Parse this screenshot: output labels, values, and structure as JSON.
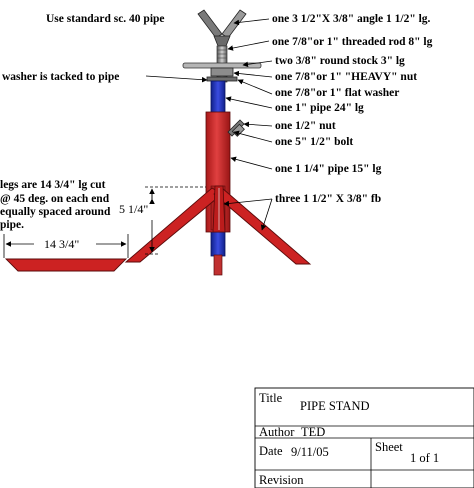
{
  "notes": {
    "pipe_standard": "Use standard  sc. 40 pipe",
    "washer_tacked": "washer is tacked to pipe",
    "legs_line1": "legs are 14  3/4\"  lg cut",
    "legs_line2": "@ 45 deg. on each end",
    "legs_line3": "equally  spaced around",
    "legs_line4": "pipe."
  },
  "callouts": [
    "one 3  1/2\"X 3/8\"  angle 1  1/2\"   lg.",
    "one 7/8\"or 1\" threaded rod 8\"   lg",
    "two 3/8\" round stock 3\"   lg",
    "one 7/8\"or 1\" \"HEAVY\" nut",
    "one 7/8\"or 1\" flat washer",
    "one 1\" pipe 24\"  lg",
    "one 1/2\" nut",
    "one 5\" 1/2\" bolt",
    "one 1 1/4\" pipe 15\"  lg",
    "three 1 1/2\" X 3/8\"  fb"
  ],
  "dimensions": {
    "vertical": "5 1/4\"",
    "horizontal": "14 3/4\""
  },
  "title_block": {
    "title_label": "Title",
    "title_value": "PIPE STAND",
    "author_label": "Author",
    "author_value": "TED",
    "date_label": "Date",
    "date_value": "9/11/05",
    "sheet_label": "Sheet",
    "sheet_value": "1 of 1",
    "revision_label": "Revision"
  },
  "colors": {
    "red_parts": "#cc2222",
    "blue_pipe": "#1f2fbf",
    "steel": "#8a8a8a"
  }
}
